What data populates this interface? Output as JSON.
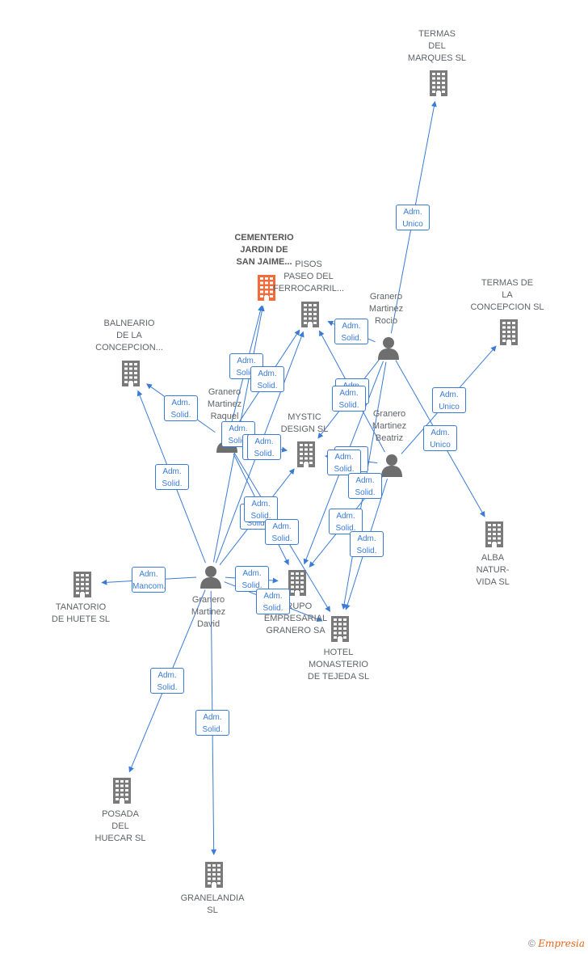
{
  "colors": {
    "edge": "#3a7bd5",
    "building": "#7a7a7a",
    "focus_building": "#f26b3a",
    "person": "#6e6e6e"
  },
  "companies": [
    {
      "id": "termas_marques",
      "label": "TERMAS\nDEL\nMARQUES SL",
      "icon": "building-icon"
    },
    {
      "id": "cementerio",
      "label": "CEMENTERIO\nJARDIN DE\nSAN JAIME...",
      "icon": "building-icon",
      "focus": true
    },
    {
      "id": "pisos",
      "label": "PISOS\nPASEO DEL\nFERROCARRIL...",
      "icon": "building-icon"
    },
    {
      "id": "termas_concepcion",
      "label": "TERMAS DE\nLA\nCONCEPCION SL",
      "icon": "building-icon"
    },
    {
      "id": "balneario",
      "label": "BALNEARIO\nDE LA\nCONCEPCION...",
      "icon": "building-icon"
    },
    {
      "id": "mystic",
      "label": "MYSTIC\nDESIGN SL",
      "icon": "building-icon"
    },
    {
      "id": "alba",
      "label": "ALBA\nNATUR-\nVIDA SL",
      "icon": "building-icon"
    },
    {
      "id": "tanatorio",
      "label": "TANATORIO\nDE HUETE SL",
      "icon": "building-icon"
    },
    {
      "id": "grupo",
      "label": "GRUPO\nEMPRESARIAL\nGRANERO SA",
      "icon": "building-icon"
    },
    {
      "id": "hotel",
      "label": "HOTEL\nMONASTERIO\nDE TEJEDA  SL",
      "icon": "building-icon"
    },
    {
      "id": "posada",
      "label": "POSADA\nDEL\nHUECAR  SL",
      "icon": "building-icon"
    },
    {
      "id": "granelandia",
      "label": "GRANELANDIA\nSL",
      "icon": "building-icon"
    }
  ],
  "people": [
    {
      "id": "rocio",
      "label": "Granero\nMartinez\nRocio",
      "icon": "person-icon"
    },
    {
      "id": "raquel",
      "label": "Granero\nMartinez\nRaquel",
      "icon": "person-icon"
    },
    {
      "id": "beatriz",
      "label": "Granero\nMartinez\nBeatriz",
      "icon": "person-icon"
    },
    {
      "id": "david",
      "label": "Granero\nMartinez\nDavid",
      "icon": "person-icon"
    }
  ],
  "edges": [
    {
      "from": "rocio",
      "to": "termas_marques",
      "role": "Adm.\nUnico"
    },
    {
      "from": "beatriz",
      "to": "termas_concepcion",
      "role": "Adm.\nUnico"
    },
    {
      "from": "rocio",
      "to": "alba",
      "role": "Adm.\nUnico"
    },
    {
      "from": "david",
      "to": "balneario",
      "role": "Adm.\nSolid."
    },
    {
      "from": "raquel",
      "to": "balneario",
      "role": "Adm.\nSolid."
    },
    {
      "from": "david",
      "to": "tanatorio",
      "role": "Adm.\nMancom."
    },
    {
      "from": "david",
      "to": "posada",
      "role": "Adm.\nSolid."
    },
    {
      "from": "david",
      "to": "granelandia",
      "role": "Adm.\nSolid."
    },
    {
      "from": "david",
      "to": "cementerio",
      "role": "Adm.\nSolid."
    },
    {
      "from": "raquel",
      "to": "cementerio",
      "role": "Adm.\nSolid."
    },
    {
      "from": "david",
      "to": "pisos",
      "role": "Adm.\nSolid."
    },
    {
      "from": "raquel",
      "to": "pisos",
      "role": "Adm.\nSolid."
    },
    {
      "from": "rocio",
      "to": "pisos",
      "role": "Adm.\nSolid."
    },
    {
      "from": "beatriz",
      "to": "pisos",
      "role": "Adm.\nSolid."
    },
    {
      "from": "rocio",
      "to": "mystic",
      "role": "Adm.\nSolid."
    },
    {
      "from": "beatriz",
      "to": "mystic",
      "role": "Adm.\nSolid."
    },
    {
      "from": "david",
      "to": "mystic",
      "role": "Adm.\nSolid."
    },
    {
      "from": "raquel",
      "to": "mystic",
      "role": "Adm.\nSolid."
    },
    {
      "from": "david",
      "to": "grupo",
      "role": "Adm.\nSolid."
    },
    {
      "from": "raquel",
      "to": "grupo",
      "role": "Adm.\nSolid."
    },
    {
      "from": "rocio",
      "to": "grupo",
      "role": "Adm.\nSolid."
    },
    {
      "from": "beatriz",
      "to": "grupo",
      "role": "Adm.\nSolid."
    },
    {
      "from": "david",
      "to": "hotel",
      "role": "Adm.\nSolid."
    },
    {
      "from": "raquel",
      "to": "hotel",
      "role": "Adm.\nSolid."
    },
    {
      "from": "rocio",
      "to": "hotel",
      "role": "Adm.\nSolid."
    },
    {
      "from": "beatriz",
      "to": "hotel",
      "role": "Adm.\nSolid."
    }
  ],
  "footer": {
    "copyright": "©",
    "brand": "Empresia"
  }
}
